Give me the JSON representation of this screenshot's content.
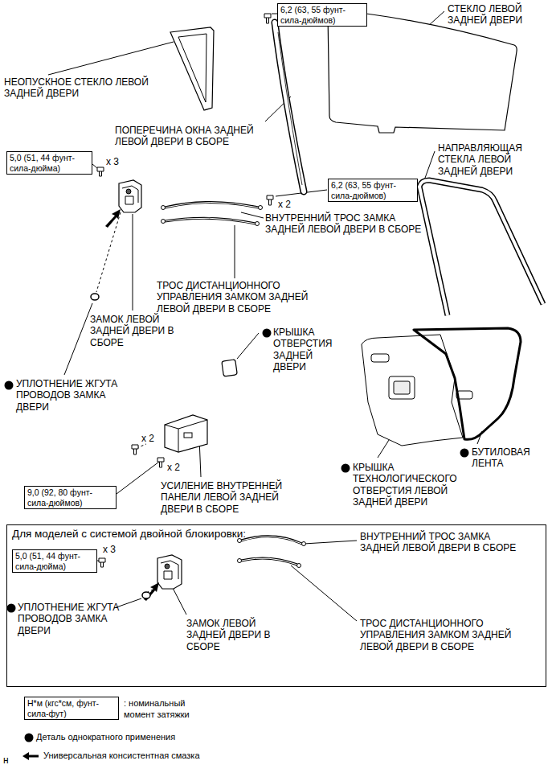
{
  "diagram": {
    "nodes": [
      {
        "text": [
          "6,2 (63, 55 фунт-сила-дюймов)"
        ]
      },
      {
        "text": [
          "5,0 (51, 44 фунт-сила-дюйма)"
        ]
      },
      {
        "text": [
          "6,2 (63, 55 фунт-сила-дюймов)"
        ]
      },
      {
        "text": [
          "9,0 (92, 80 фунт-сила-дюймов)"
        ]
      },
      {
        "text": [
          "Для моделей с системой двойной блокировки:"
        ]
      },
      {
        "text": [
          "5,0 (51, 44 фунт-сила-дюйма)"
        ],
        "in": 4
      },
      {
        "text": [
          "Н*м (кгс*см, фунт-сила-фут)"
        ]
      }
    ],
    "labels": [
      "СТЕКЛО ЛЕВОЙ ЗАДНЕЙ ДВЕРИ",
      "НЕОПУСКНОЕ СТЕКЛО ЛЕВОЙ ЗАДНЕЙ ДВЕРИ",
      "ПОПЕРЕЧИНА ОКНА ЗАДНЕЙ ЛЕВОЙ ДВЕРИ В СБОРЕ",
      "НАПРАВЛЯЮЩАЯ СТЕКЛА ЛЕВОЙ ЗАДНЕЙ ДВЕРИ",
      "x 3",
      "x 2",
      "ВНУТРЕННИЙ ТРОС ЗАМКА ЗАДНЕЙ ЛЕВОЙ ДВЕРИ В СБОРЕ",
      "ТРОС ДИСТАНЦИОННОГО УПРАВЛЕНИЯ ЗАМКОМ ЗАДНЕЙ ЛЕВОЙ ДВЕРИ В СБОРЕ",
      "ЗАМОК ЛЕВОЙ ЗАДНЕЙ ДВЕРИ В СБОРЕ",
      "КРЫШКА ОТВЕРСТИЯ ЗАДНЕЙ ДВЕРИ",
      "УПЛОТНЕНИЕ ЖГУТА ПРОВОДОВ ЗАМКА ДВЕРИ",
      "БУТИЛОВАЯ ЛЕНТА",
      "КРЫШКА ТЕХНОЛОГИЧЕСКОГО ОТВЕРСТИЯ ЛЕВОЙ ЗАДНЕЙ ДВЕРИ",
      "x 2",
      "x 2",
      "УСИЛЕНИЕ ВНУТРЕННЕЙ ПАНЕЛИ ЛЕВОЙ ЗАДНЕЙ ДВЕРИ В СБОРЕ",
      "x 3",
      "ВНУТРЕННИЙ ТРОС ЗАМКА ЗАДНЕЙ ЛЕВОЙ ДВЕРИ В СБОРЕ",
      "УПЛОТНЕНИЕ ЖГУТА ПРОВОДОВ ЗАМКА ДВЕРИ",
      "ЗАМОК ЛЕВОЙ ЗАДНЕЙ ДВЕРИ В СБОРЕ",
      "ТРОС ДИСТАНЦИОННОГО УПРАВЛЕНИЯ ЗАМКОМ ЗАДНЕЙ ЛЕВОЙ ДВЕРИ В СБОРЕ",
      "н"
    ],
    "legend": [
      {
        "text": ": номинальный момент затяжки"
      },
      {
        "text": "Деталь однократного применения"
      },
      {
        "text": "Универсальная консистентная смазка"
      }
    ]
  }
}
